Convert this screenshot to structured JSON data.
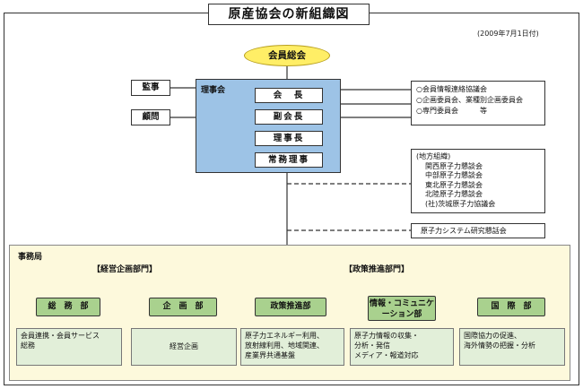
{
  "title": "原産協会の新組織図",
  "date": "(2009年7月1日付)",
  "general_assembly": "会員総会",
  "auditor": "監事",
  "advisor": "顧問",
  "board": {
    "label": "理事会",
    "roles": [
      "会　長",
      "副会長",
      "理事長",
      "常務理事"
    ]
  },
  "committees": [
    "○会員情報連絡協議会",
    "○企画委員会、業種別企画委員会",
    "○専門委員会　　　等"
  ],
  "regional": [
    "(地方組織)",
    "関西原子力懇談会",
    "中部原子力懇談会",
    "東北原子力懇談会",
    "北陸原子力懇談会",
    "(社)茨城原子力協議会"
  ],
  "research_group": "原子力システム研究懇話会",
  "secretariat": {
    "label": "事務局",
    "divisions": [
      "【経営企画部門】",
      "【政策推進部門】"
    ],
    "departments": [
      {
        "name": "総　務　部",
        "desc": [
          "会員連携・会員サービス",
          "総務"
        ]
      },
      {
        "name": "企　画　部",
        "desc": [
          "経営企画"
        ]
      },
      {
        "name": "政策推進部",
        "desc": [
          "原子力エネルギー利用、",
          "放射線利用、地域関連、",
          "産業界共通基盤"
        ]
      },
      {
        "name": "情報・コミュニケーション部",
        "desc": [
          "原子力情報の収集・",
          "分析・発信",
          "メディア・報道対応"
        ]
      },
      {
        "name": "国　際　部",
        "desc": [
          "国際協力の促進、",
          "海外情勢の把握・分析"
        ]
      }
    ]
  }
}
